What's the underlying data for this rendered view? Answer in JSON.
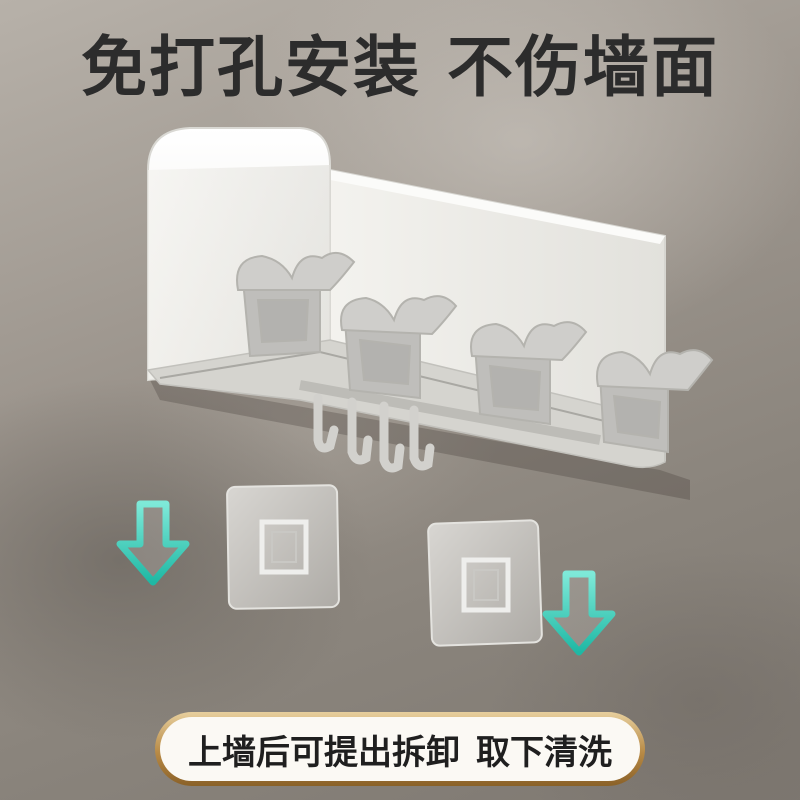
{
  "headline": {
    "part1": "免打孔安装",
    "part2": "不伤墙面"
  },
  "badge": {
    "part1": "上墙后可提出拆卸",
    "part2": "取下清洗"
  },
  "colors": {
    "headline_text": "#2c2c2c",
    "arrow": "#39d0bb",
    "badge_border": "#b88a45",
    "rack": "#f1f0ec"
  },
  "icons": [
    "arrow-down-icon",
    "arrow-down-icon"
  ]
}
